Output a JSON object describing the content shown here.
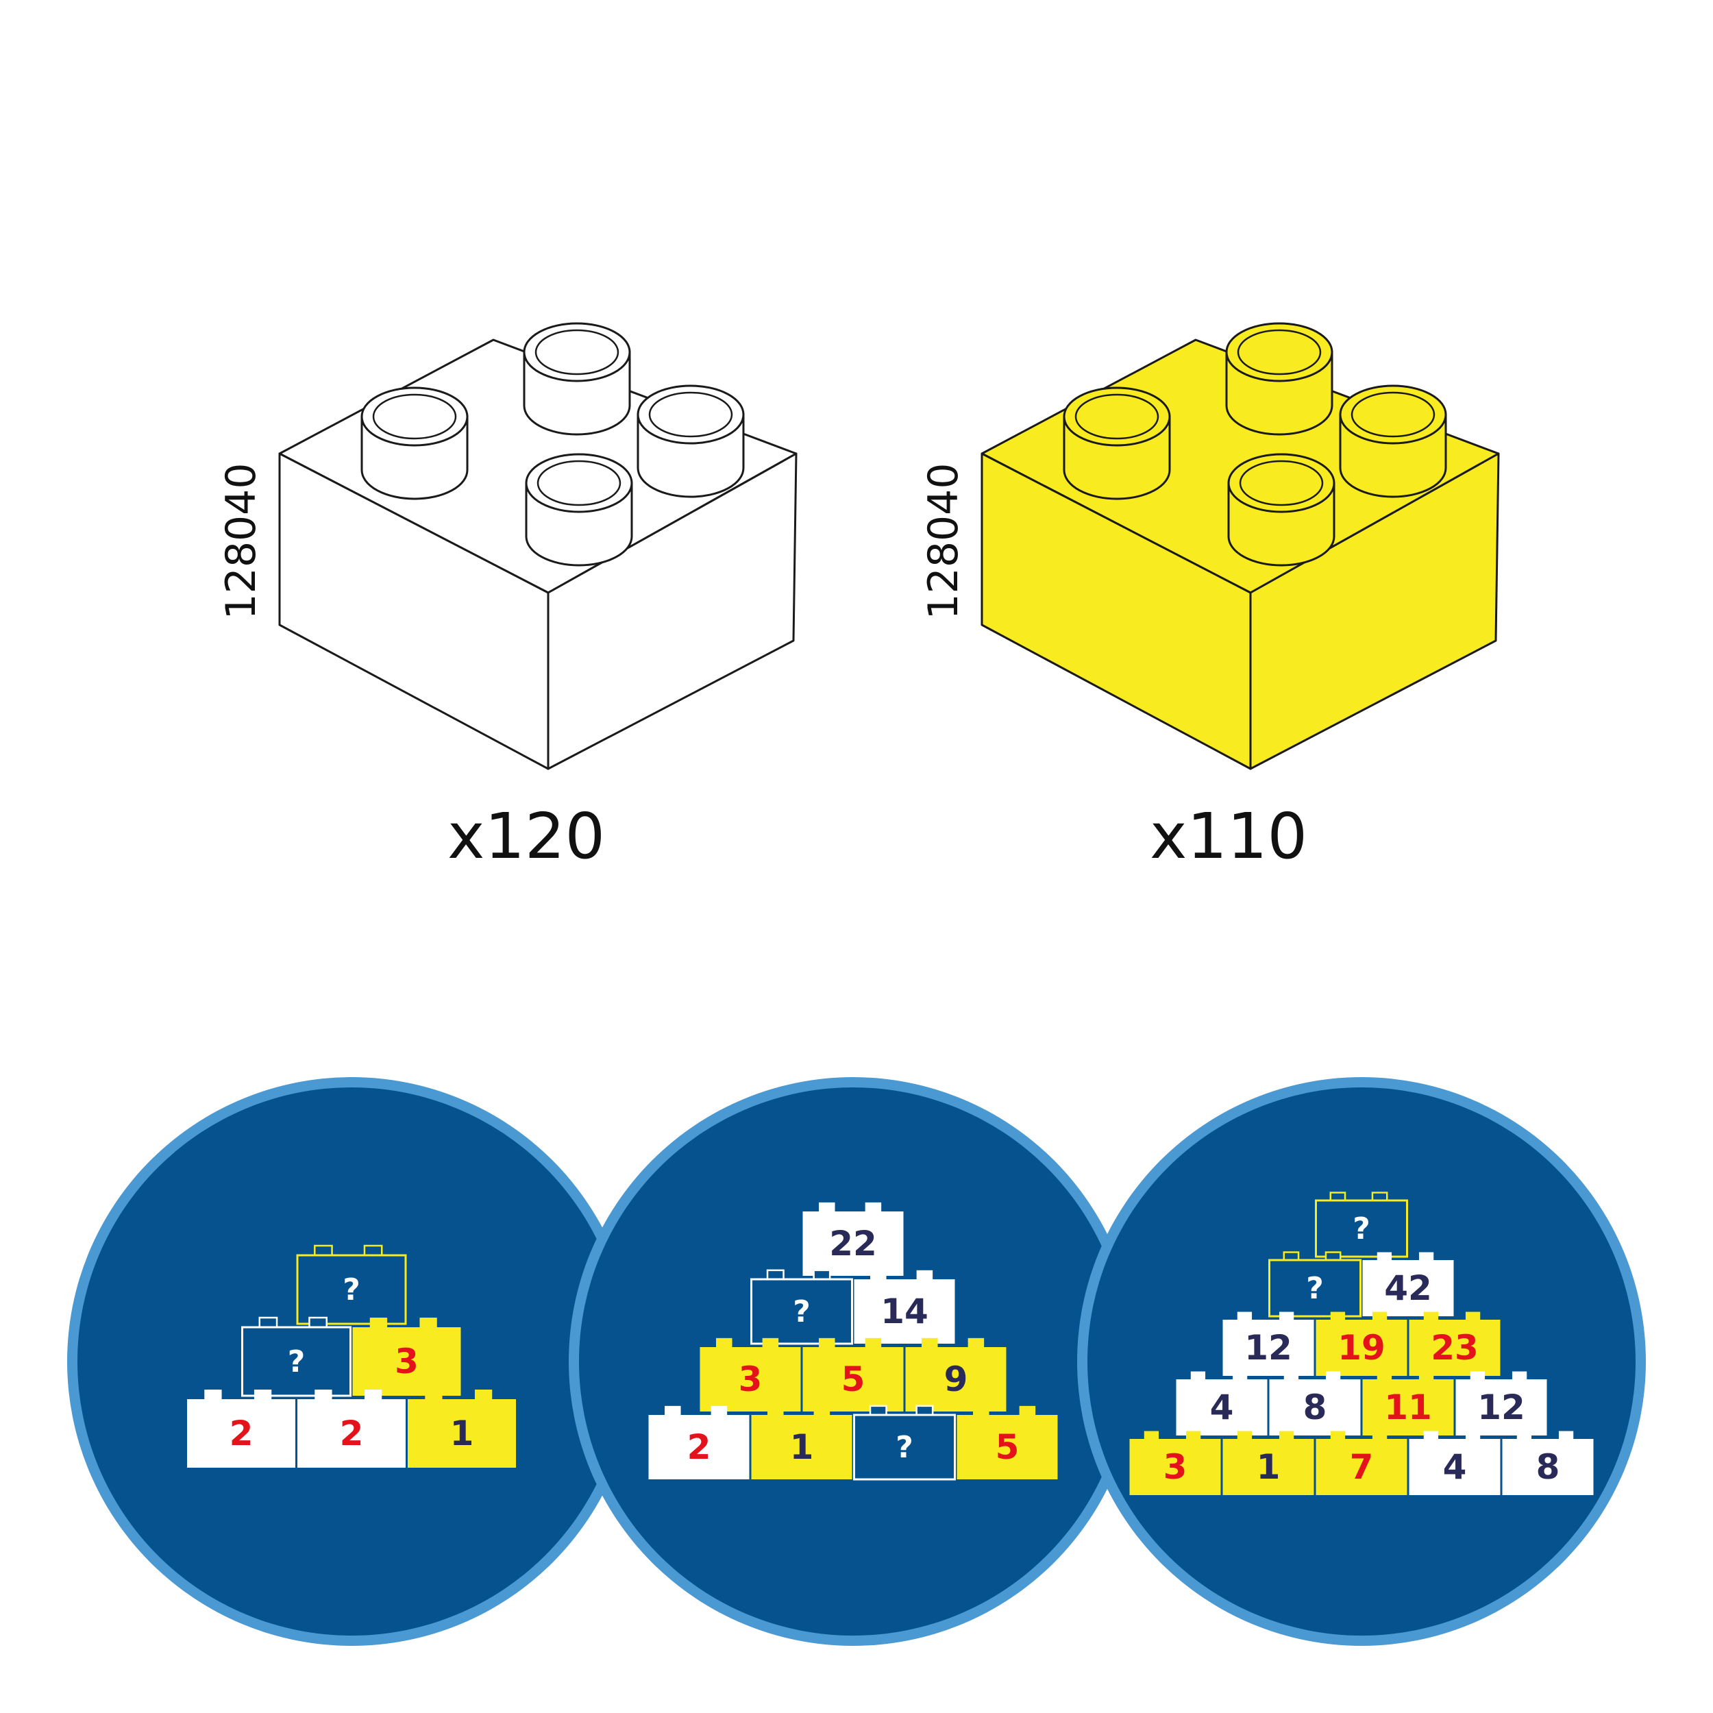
{
  "colors": {
    "brick_white": "#ffffff",
    "brick_yellow": "#f8eb20",
    "outline": "#1a1a1a",
    "disc_fill": "#05528f",
    "disc_ring": "#4b99d2",
    "num_red": "#e3121b",
    "num_navy": "#2a2a58",
    "q_fill": "#ffffff"
  },
  "parts": [
    {
      "code": "128040",
      "count": "x120",
      "color": "white"
    },
    {
      "code": "128040",
      "count": "x110",
      "color": "yellow"
    }
  ],
  "puzzles": [
    {
      "rows": [
        [
          "?"
        ],
        [
          "?",
          "3"
        ],
        [
          "2",
          "2",
          "1"
        ]
      ]
    },
    {
      "rows": [
        [
          "22"
        ],
        [
          "?",
          "14"
        ],
        [
          "3",
          "5",
          "9"
        ],
        [
          "2",
          "1",
          "?",
          "5"
        ]
      ]
    },
    {
      "rows": [
        [
          "?"
        ],
        [
          "?",
          "42"
        ],
        [
          "12",
          "19",
          "23"
        ],
        [
          "4",
          "8",
          "11",
          "12"
        ],
        [
          "3",
          "1",
          "7",
          "4",
          "8"
        ]
      ]
    }
  ]
}
